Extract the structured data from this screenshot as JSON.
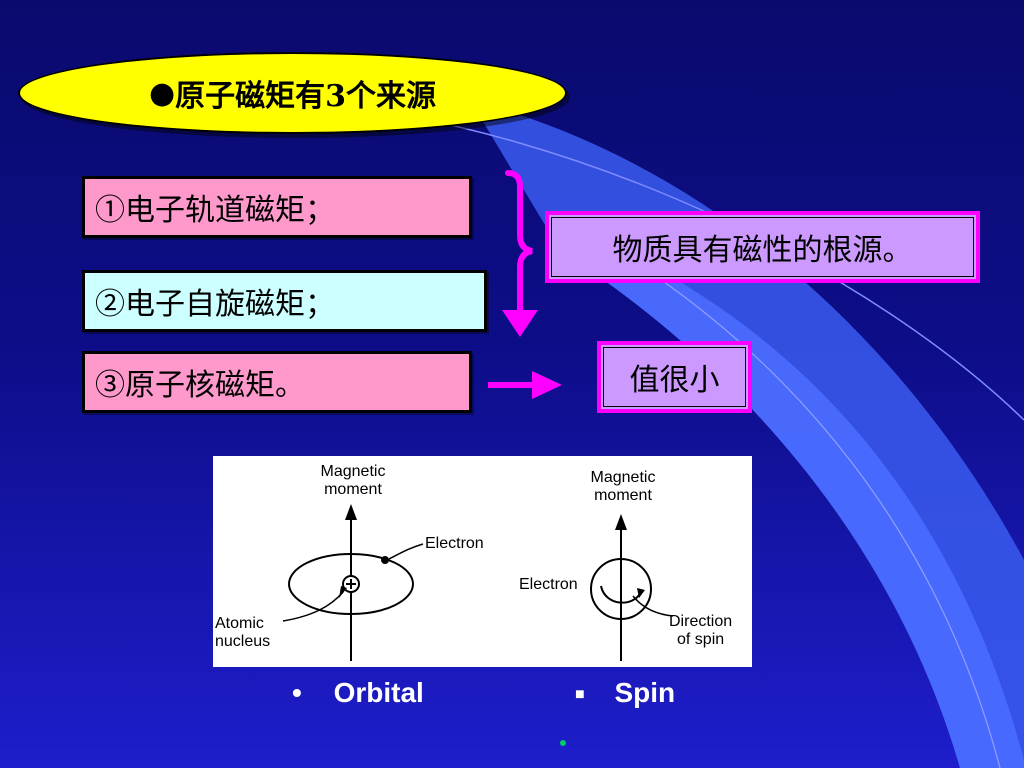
{
  "title": {
    "bullet": "●",
    "text": "原子磁矩有3个来源"
  },
  "items": [
    {
      "text": "①电子轨道磁矩；"
    },
    {
      "text": "②电子自旋磁矩；"
    },
    {
      "text": "③原子核磁矩。"
    }
  ],
  "callouts": {
    "root_cause": "物质具有磁性的根源。",
    "value_small": "值很小"
  },
  "figure": {
    "orbital": {
      "label_moment_line1": "Magnetic",
      "label_moment_line2": "moment",
      "label_electron": "Electron",
      "label_nucleus_line1": "Atomic",
      "label_nucleus_line2": "nucleus"
    },
    "spin": {
      "label_moment_line1": "Magnetic",
      "label_moment_line2": "moment",
      "label_electron": "Electron",
      "label_direction_line1": "Direction",
      "label_direction_line2": "of spin"
    }
  },
  "captions": {
    "orbital_bullet": "•",
    "orbital": "Orbital",
    "spin_bullet": "■",
    "spin": "Spin"
  },
  "colors": {
    "title_fill": "#ffff00",
    "item_pink": "#ff99cc",
    "item_cyan": "#ccffff",
    "callout_fill": "#cc99ff",
    "callout_border": "#ff00ff",
    "arrow": "#ff00ff",
    "dot": "#00cc66"
  }
}
